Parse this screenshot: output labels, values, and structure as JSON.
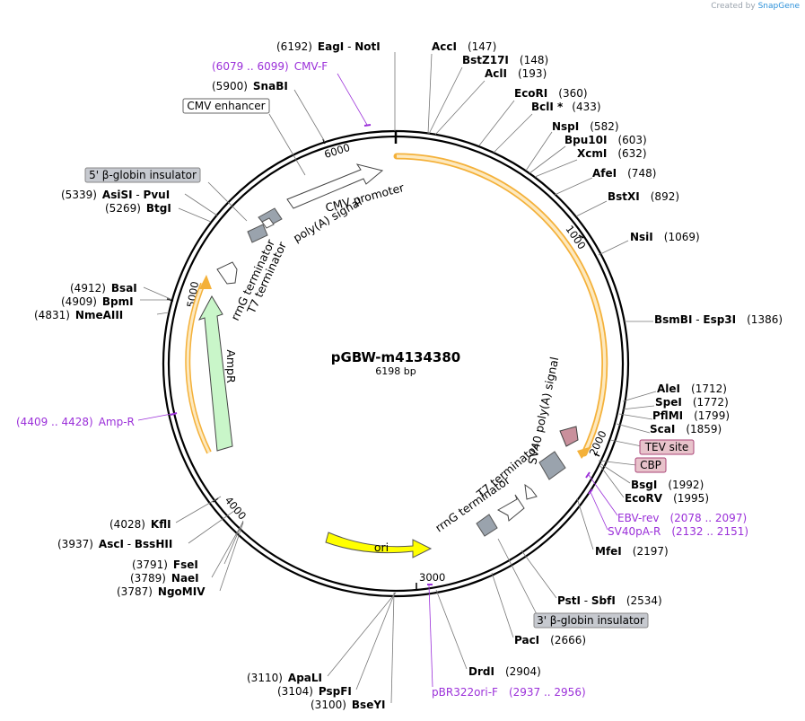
{
  "plasmid": {
    "name": "pGBW-m4134380",
    "length_label": "6198 bp"
  },
  "brand": {
    "created_by": "Created by",
    "app": "SnapGene"
  },
  "colors": {
    "orange": "#f4b13a",
    "cds_fill": "#fde9bf",
    "ampr": "#c9f6c9",
    "ori": "#ffff00",
    "gray_box": "#9aa3ad",
    "mauve": "#c9909c",
    "primer": "#9b30d9",
    "backbone": "#000000"
  },
  "ticks": [
    "1000",
    "2000",
    "3000",
    "4000",
    "5000",
    "6000"
  ],
  "features": {
    "cmv_enhancer": "CMV enhancer",
    "cmv_promoter": "CMV promoter",
    "polya_signal": "poly(A) signal",
    "rrng_term_top": "rrnG terminator",
    "t7_term_top": "T7 terminator",
    "globin_5": "5' β-globin insulator",
    "globin_3": "3' β-globin insulator",
    "ampr": "AmpR",
    "ori": "ori",
    "sv40_polya": "SV40 poly(A) signal",
    "t7_term_bottom": "T7 terminator",
    "rrng_term_bottom": "rrnG terminator",
    "tev_site": "TEV site",
    "cbp": "CBP"
  },
  "enzymes": [
    {
      "name": "EagI",
      "pos": "(6192)",
      "pair_sep": " - ",
      "pair_name": "NotI"
    },
    {
      "name": "AccI",
      "pos": "(147)"
    },
    {
      "name": "BstZ17I",
      "pos": "(148)"
    },
    {
      "name": "AclI",
      "pos": "(193)"
    },
    {
      "name": "EcoRI",
      "pos": "(360)"
    },
    {
      "name": "BclI *",
      "pos": "(433)"
    },
    {
      "name": "NspI",
      "pos": "(582)"
    },
    {
      "name": "Bpu10I",
      "pos": "(603)"
    },
    {
      "name": "XcmI",
      "pos": "(632)"
    },
    {
      "name": "AfeI",
      "pos": "(748)"
    },
    {
      "name": "BstXI",
      "pos": "(892)"
    },
    {
      "name": "NsiI",
      "pos": "(1069)"
    },
    {
      "name": "BsmBI",
      "pos": "(1386)",
      "pair_sep": " - ",
      "pair_name": "Esp3I"
    },
    {
      "name": "AleI",
      "pos": "(1712)"
    },
    {
      "name": "SpeI",
      "pos": "(1772)"
    },
    {
      "name": "PflMI",
      "pos": "(1799)"
    },
    {
      "name": "ScaI",
      "pos": "(1859)"
    },
    {
      "name": "BsgI",
      "pos": "(1992)"
    },
    {
      "name": "EcoRV",
      "pos": "(1995)"
    },
    {
      "name": "MfeI",
      "pos": "(2197)"
    },
    {
      "name": "PstI",
      "pos": "(2534)",
      "pair_sep": " - ",
      "pair_name": "SbfI"
    },
    {
      "name": "PacI",
      "pos": "(2666)"
    },
    {
      "name": "DrdI",
      "pos": "(2904)"
    },
    {
      "name": "ApaLI",
      "pos": "(3110)"
    },
    {
      "name": "PspFI",
      "pos": "(3104)"
    },
    {
      "name": "BseYI",
      "pos": "(3100)"
    },
    {
      "name": "KflI",
      "pos": "(4028)"
    },
    {
      "name": "AscI",
      "pos": "(3937)",
      "pair_sep": " - ",
      "pair_name": "BssHII"
    },
    {
      "name": "FseI",
      "pos": "(3791)"
    },
    {
      "name": "NaeI",
      "pos": "(3789)"
    },
    {
      "name": "NgoMIV",
      "pos": "(3787)"
    },
    {
      "name": "BsaI",
      "pos": "(4912)"
    },
    {
      "name": "BpmI",
      "pos": "(4909)"
    },
    {
      "name": "NmeAIII",
      "pos": "(4831)"
    },
    {
      "name": "AsiSI",
      "pos": "(5339)",
      "pair_sep": " - ",
      "pair_name": "PvuI"
    },
    {
      "name": "BtgI",
      "pos": "(5269)"
    },
    {
      "name": "SnaBI",
      "pos": "(5900)"
    }
  ],
  "primers": [
    {
      "name": "CMV-F",
      "range": "(6079 .. 6099)"
    },
    {
      "name": "Amp-R",
      "range": "(4409 .. 4428)"
    },
    {
      "name": "EBV-rev",
      "range": "(2078 .. 2097)"
    },
    {
      "name": "SV40pA-R",
      "range": "(2132 .. 2151)"
    },
    {
      "name": "pBR322ori-F",
      "range": "(2937 .. 2956)"
    }
  ]
}
